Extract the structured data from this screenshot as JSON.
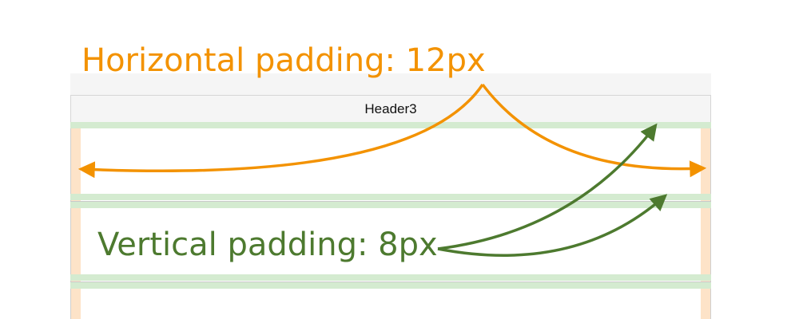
{
  "header": {
    "column_title": "Header3"
  },
  "annotations": {
    "horizontal_padding": "Horizontal padding: 12px",
    "vertical_padding": "Vertical padding: 8px"
  },
  "colors": {
    "horizontal_annotation": "#f39200",
    "vertical_annotation": "#4d7a2f",
    "vertical_padding_fill": "#d4ebd0",
    "horizontal_padding_fill": "#fde3c8",
    "header_background": "#f5f5f5"
  }
}
